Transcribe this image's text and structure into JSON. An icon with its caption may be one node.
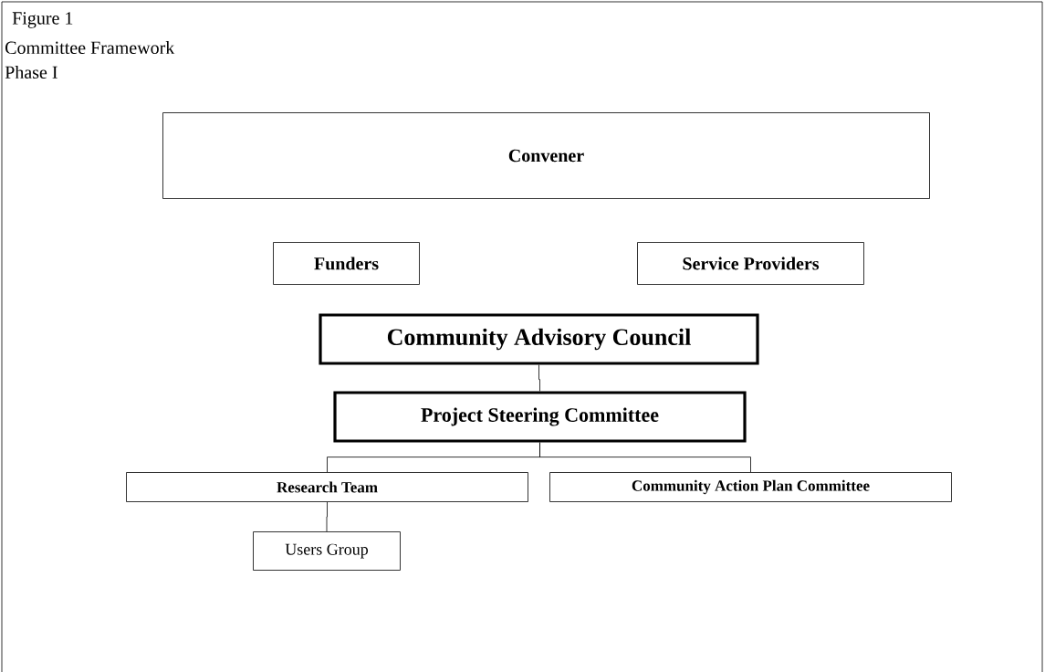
{
  "diagram": {
    "title": "Committee Framework",
    "nodes": [
      {
        "text": [
          "Convener"
        ]
      },
      {
        "text": [
          "Funders"
        ]
      },
      {
        "text": [
          "Service Providers"
        ]
      },
      {
        "text": [
          "Community Advisory Council"
        ]
      },
      {
        "text": [
          "Project Steering Committee"
        ]
      },
      {
        "text": [
          "Research Team"
        ]
      },
      {
        "text": [
          "Community Action Plan Committee"
        ]
      },
      {
        "text": [
          "Users Group"
        ]
      }
    ],
    "edges": [
      {
        "from": 3,
        "to": 4,
        "arrow": "none"
      },
      {
        "from": 4,
        "to": 5,
        "arrow": "none"
      },
      {
        "from": 4,
        "to": 6,
        "arrow": "none"
      },
      {
        "from": 5,
        "to": 7,
        "arrow": "none"
      }
    ],
    "labels": [
      "Figure 1",
      "Phase I"
    ]
  }
}
